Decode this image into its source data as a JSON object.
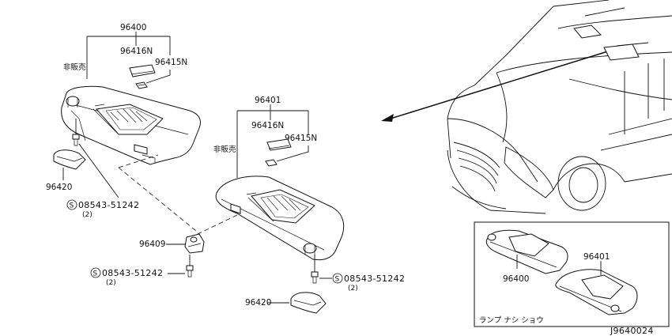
{
  "labels": {
    "visor_assy_lh": "96400",
    "vanity_lid_lh": "96416N",
    "vanity_lens_lh": "96415N",
    "not_sold_lh": "非販売",
    "holder_lh": "96420",
    "screw_lh_code": "08543-51242",
    "screw_lh_qty": "(2)",
    "visor_assy_rh": "96401",
    "vanity_lid_rh": "96416N",
    "vanity_lens_rh": "96415N",
    "not_sold_rh": "非販売",
    "clip": "96409",
    "screw_mid_code": "08543-51242",
    "screw_mid_qty": "(2)",
    "screw_rh_code": "08543-51242",
    "screw_rh_qty": "(2)",
    "holder_rh": "96420",
    "screw_symbol": "S"
  },
  "inset": {
    "label_rh": "96401",
    "label_lh": "96400",
    "caption": "ランプ ナシ ショウ"
  },
  "diagram_code": "J9640024"
}
